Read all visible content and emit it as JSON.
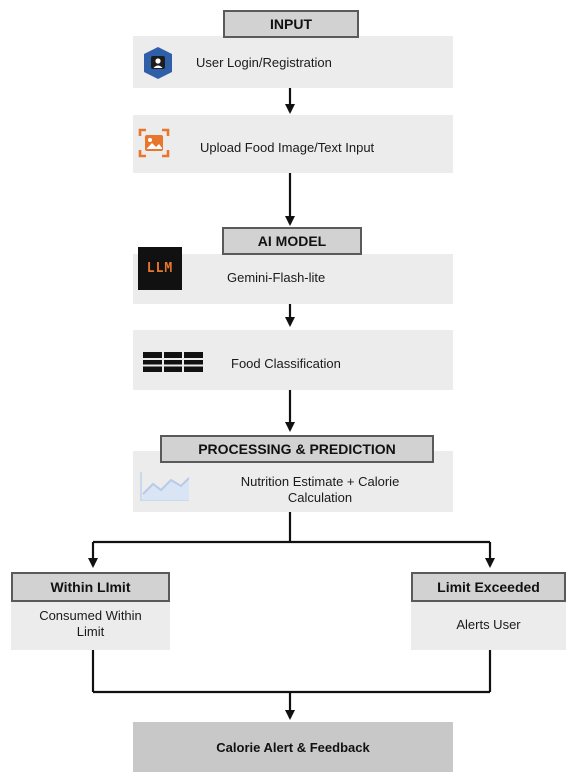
{
  "input": {
    "header": "INPUT",
    "login_label": "User Login/Registration",
    "upload_label": "Upload Food Image/Text Input"
  },
  "ai_model": {
    "header": "AI MODEL",
    "llm_badge": "LLM",
    "model_label": "Gemini-Flash-lite",
    "classification_label": "Food Classification"
  },
  "processing": {
    "header": "PROCESSING & PREDICTION",
    "label_line1": "Nutrition Estimate + Calorie",
    "label_line2": "Calculation"
  },
  "within": {
    "header": "Within LImit",
    "label_line1": "Consumed Within",
    "label_line2": "Limit"
  },
  "exceeded": {
    "header": "Limit Exceeded",
    "label": "Alerts User"
  },
  "output": {
    "label": "Calorie Alert & Feedback"
  },
  "icons": {
    "user": "user-login-icon",
    "image": "image-upload-icon",
    "llm": "llm-badge-icon",
    "grid": "grid-table-icon",
    "chart": "area-chart-icon"
  },
  "colors": {
    "box_fill": "#ececec",
    "header_fill": "#d2d2d2",
    "user_icon_blue": "#2f5fa8",
    "upload_icon_orange": "#e8762b",
    "llm_text_orange": "#e8762b"
  }
}
